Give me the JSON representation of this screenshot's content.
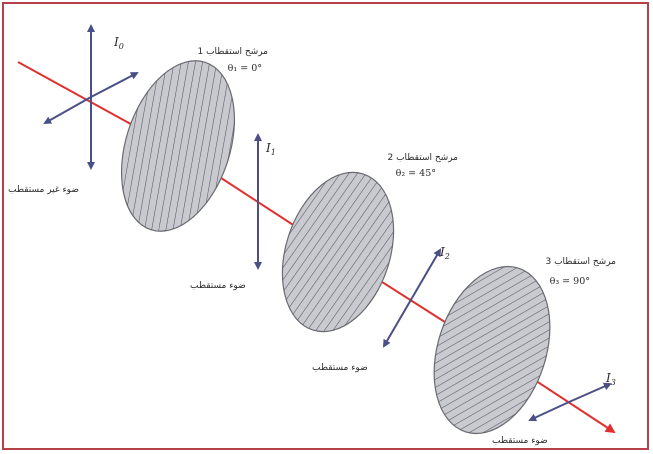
{
  "labels": {
    "i0": "I",
    "i0_sub": "0",
    "i1": "I",
    "i1_sub": "1",
    "i2": "I",
    "i2_sub": "2",
    "i3": "I",
    "i3_sub": "3",
    "unpolarized": "ضوء غير مستقطب",
    "polarized_1": "ضوء مستقطب",
    "polarized_2": "ضوء مستقطب",
    "polarized_3": "ضوء مستقطب"
  },
  "filters": [
    {
      "title": "مرشح استقطاب 1",
      "angle": "θ₁ = 0°"
    },
    {
      "title": "مرشح استقطاب 2",
      "angle": "θ₂ = 45°"
    },
    {
      "title": "مرشح استقطاب 3",
      "angle": "θ₃ = 90°"
    }
  ],
  "colors": {
    "beam": "#e0302e",
    "arrows": "#4a4f86",
    "disk_fill": "#c9c9d0",
    "stripes": "#55555e",
    "border": "#b44048"
  }
}
